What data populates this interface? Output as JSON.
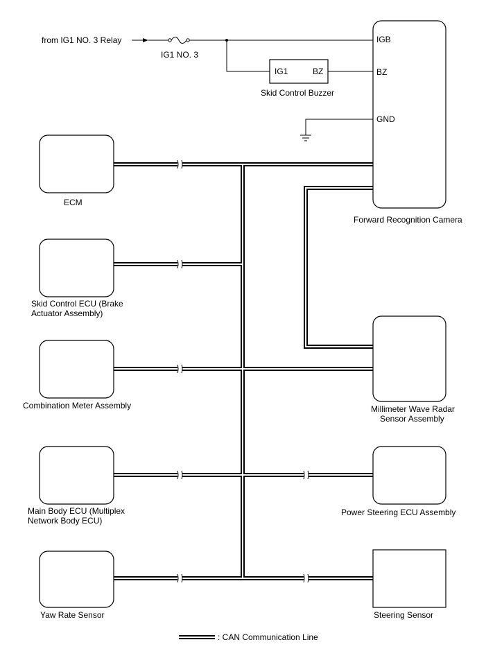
{
  "power": {
    "source_label": "from IG1 NO. 3 Relay",
    "fuse_label": "IG1 NO. 3"
  },
  "buzzer": {
    "title": "Skid Control Buzzer",
    "pin_ig1": "IG1",
    "pin_bz": "BZ"
  },
  "camera": {
    "title": "Forward Recognition Camera",
    "pin_igb": "IGB",
    "pin_bz": "BZ",
    "pin_gnd": "GND"
  },
  "components": {
    "ecm": "ECM",
    "skid_ecu_line1": "Skid Control ECU (Brake",
    "skid_ecu_line2": "Actuator Assembly)",
    "meter": "Combination Meter Assembly",
    "main_body_line1": "Main Body ECU (Multiplex",
    "main_body_line2": "Network Body ECU)",
    "yaw": "Yaw Rate Sensor",
    "radar_line1": "Millimeter Wave Radar",
    "radar_line2": "Sensor Assembly",
    "power_steering": "Power Steering ECU Assembly",
    "steering_sensor": "Steering Sensor"
  },
  "legend": {
    "can_label": ": CAN Communication Line"
  }
}
